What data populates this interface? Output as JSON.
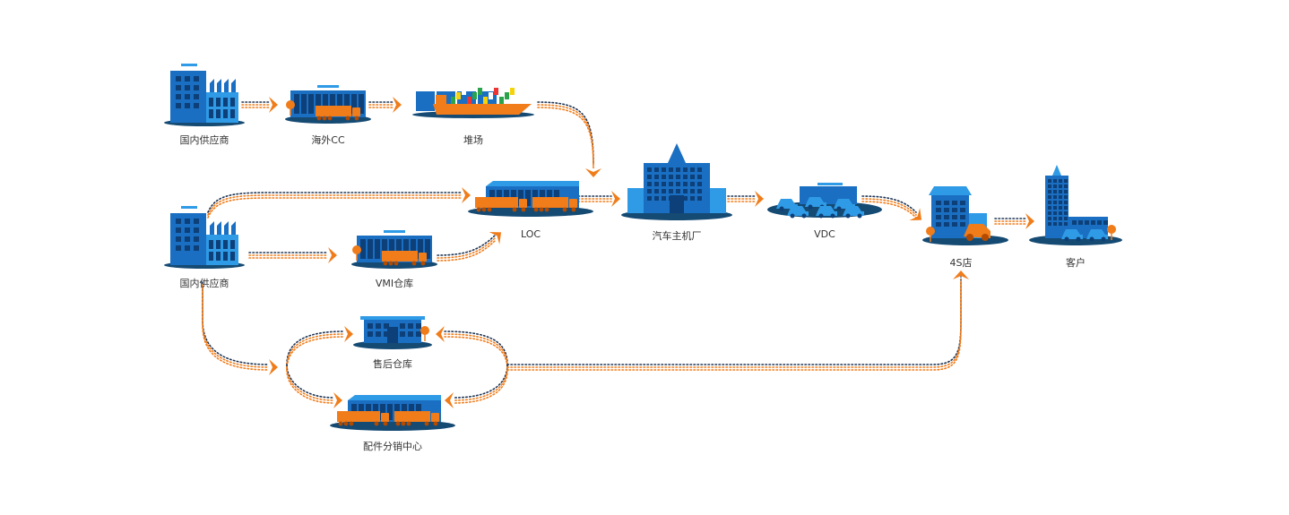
{
  "colors": {
    "building": "#1a6fc2",
    "building_light": "#2f9be6",
    "window": "#0d3f78",
    "base": "#154a73",
    "orange": "#f07c1a",
    "dot_dark": "#1f3552"
  },
  "nodes": [
    {
      "id": "supplier-top",
      "label": "国内供应商",
      "icon": "factory"
    },
    {
      "id": "overseas-cc",
      "label": "海外CC",
      "icon": "warehouse-truck"
    },
    {
      "id": "yard",
      "label": "堆场",
      "icon": "container-ship"
    },
    {
      "id": "loc",
      "label": "LOC",
      "icon": "warehouse-trucks"
    },
    {
      "id": "oem",
      "label": "汽车主机厂",
      "icon": "palace-factory"
    },
    {
      "id": "vdc",
      "label": "VDC",
      "icon": "car-lot"
    },
    {
      "id": "dealer-4s",
      "label": "4S店",
      "icon": "dealership-car"
    },
    {
      "id": "customer",
      "label": "客户",
      "icon": "tower-cars"
    },
    {
      "id": "supplier-bottom",
      "label": "国内供应商",
      "icon": "factory"
    },
    {
      "id": "vmi",
      "label": "VMI仓库",
      "icon": "warehouse-truck"
    },
    {
      "id": "aftersales",
      "label": "售后仓库",
      "icon": "small-warehouse"
    },
    {
      "id": "parts-center",
      "label": "配件分销中心",
      "icon": "warehouse-trucks"
    }
  ],
  "edges": [
    [
      "supplier-top",
      "overseas-cc"
    ],
    [
      "overseas-cc",
      "yard"
    ],
    [
      "yard",
      "loc"
    ],
    [
      "loc",
      "oem"
    ],
    [
      "oem",
      "vdc"
    ],
    [
      "vdc",
      "dealer-4s"
    ],
    [
      "dealer-4s",
      "customer"
    ],
    [
      "supplier-bottom",
      "loc"
    ],
    [
      "supplier-bottom",
      "vmi"
    ],
    [
      "vmi",
      "loc"
    ],
    [
      "supplier-bottom",
      "aftersales"
    ],
    [
      "supplier-bottom",
      "parts-center"
    ],
    [
      "parts-center",
      "aftersales"
    ],
    [
      "aftersales",
      "parts-center"
    ],
    [
      "parts-center",
      "dealer-4s"
    ]
  ]
}
